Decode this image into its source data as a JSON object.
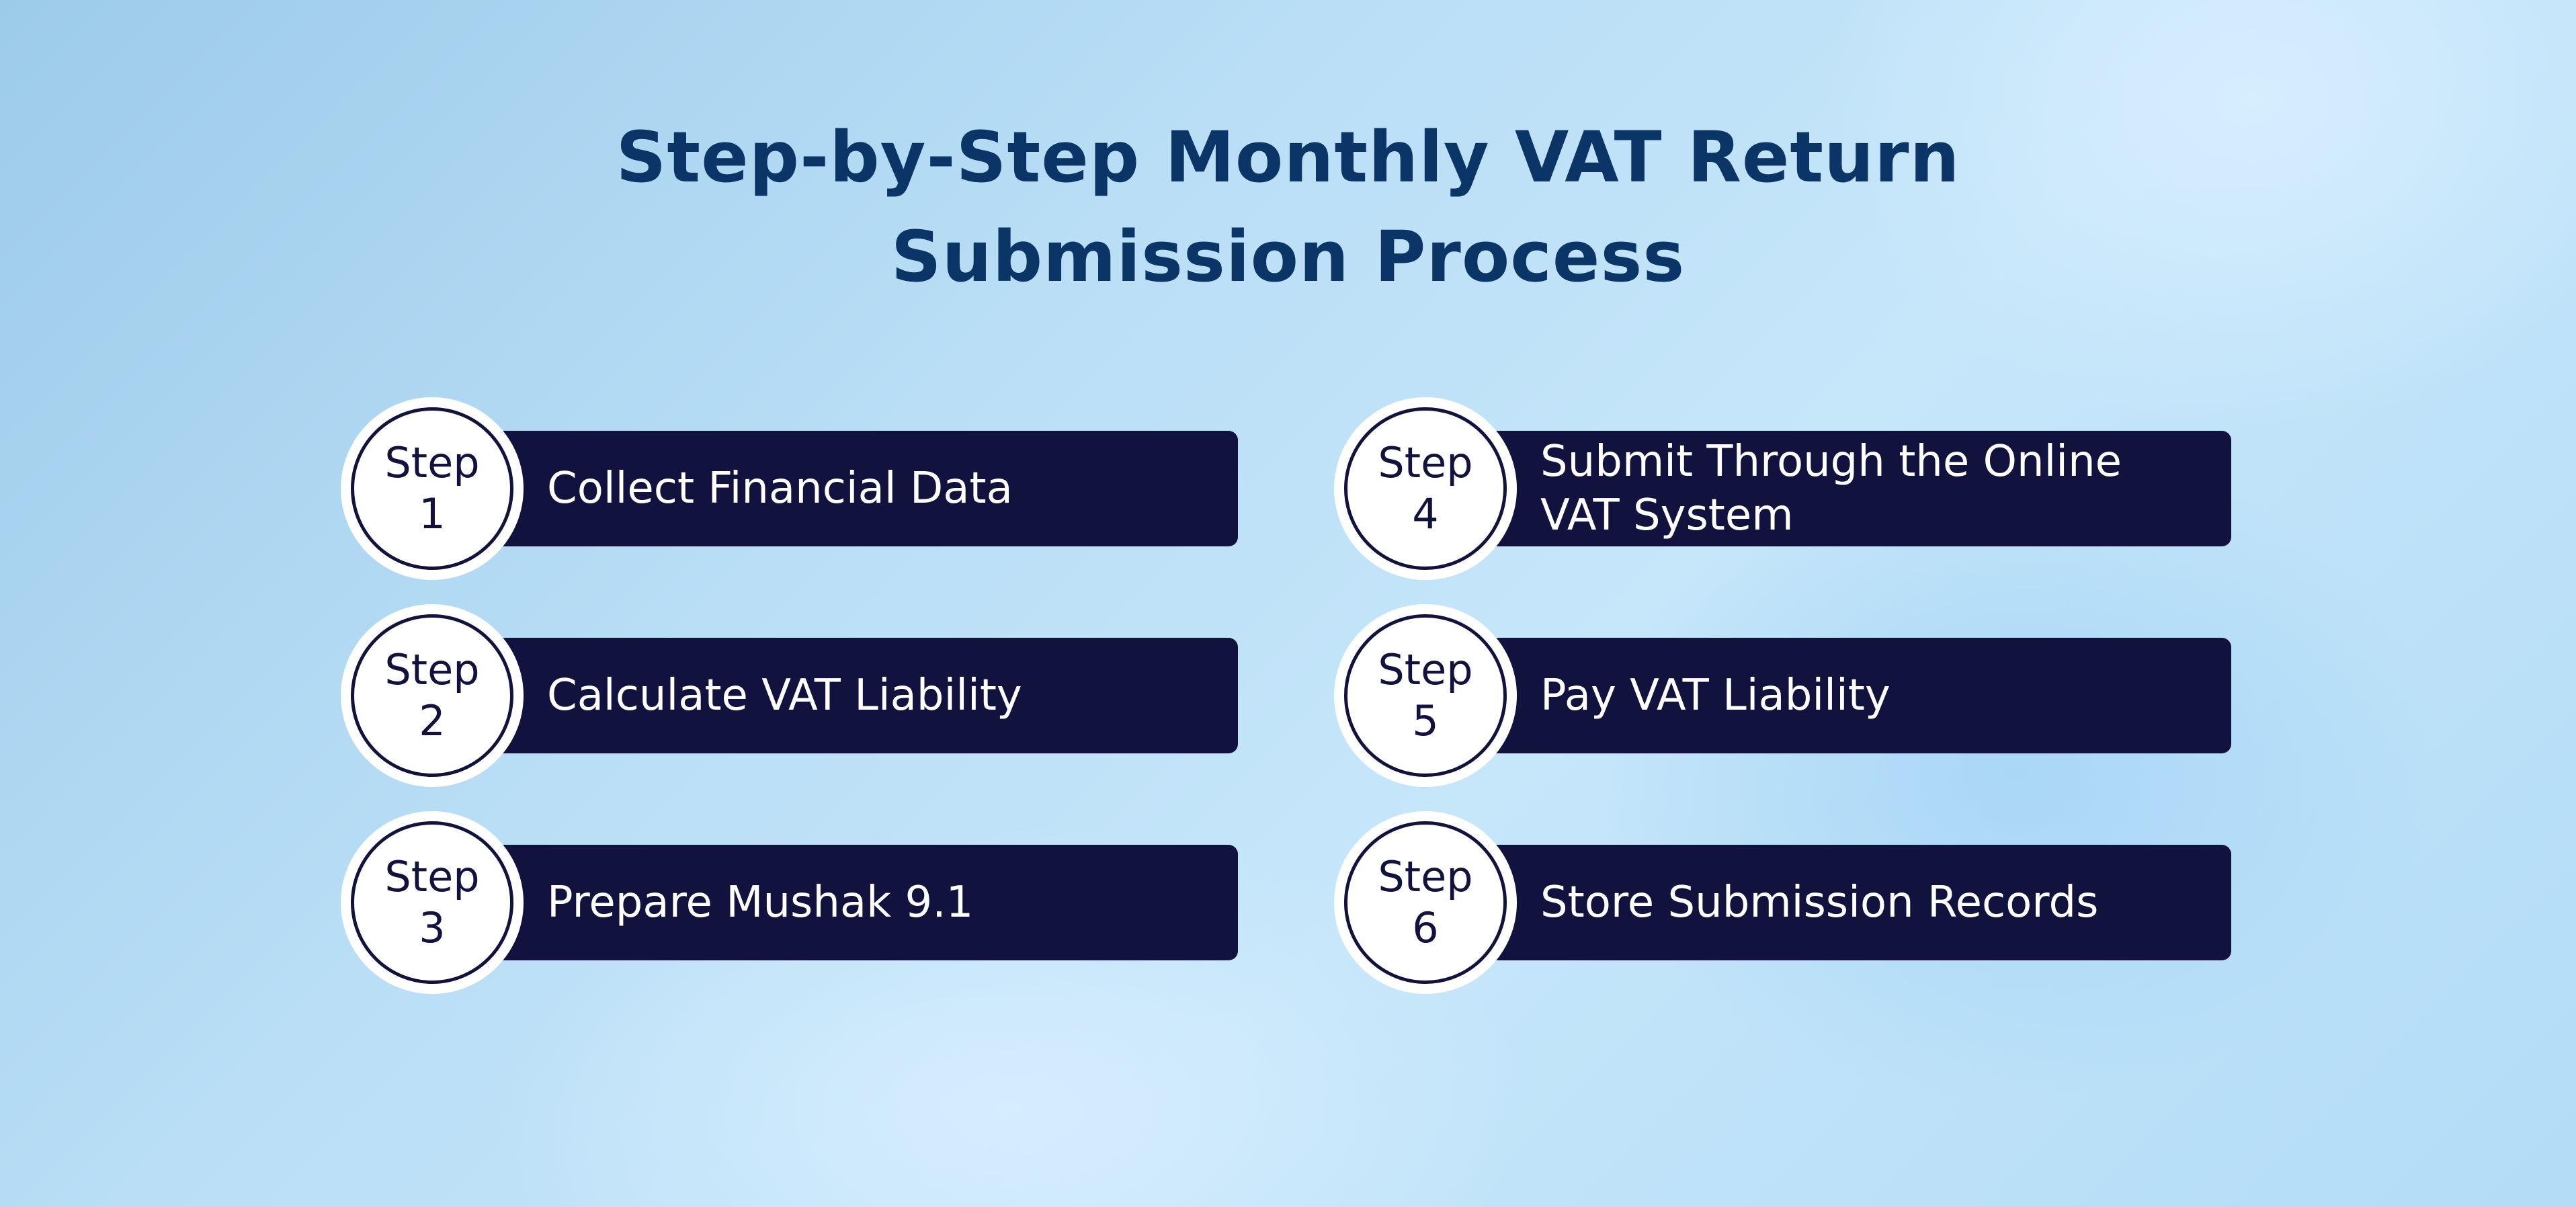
{
  "title": {
    "line1": "Step-by-Step Monthly VAT Return",
    "line2": "Submission Process"
  },
  "steps": [
    {
      "step_word": "Step",
      "number": "1",
      "label": "Collect Financial Data"
    },
    {
      "step_word": "Step",
      "number": "2",
      "label": "Calculate VAT Liability"
    },
    {
      "step_word": "Step",
      "number": "3",
      "label": "Prepare Mushak 9.1"
    },
    {
      "step_word": "Step",
      "number": "4",
      "label": "Submit Through the Online\nVAT System"
    },
    {
      "step_word": "Step",
      "number": "5",
      "label": "Pay VAT Liability"
    },
    {
      "step_word": "Step",
      "number": "6",
      "label": "Store Submission Records"
    }
  ],
  "colors": {
    "title": "#0b3566",
    "bar": "#11123d",
    "badge_ring": "#11123d",
    "badge_fill": "#ffffff",
    "label_text": "#ffffff"
  }
}
